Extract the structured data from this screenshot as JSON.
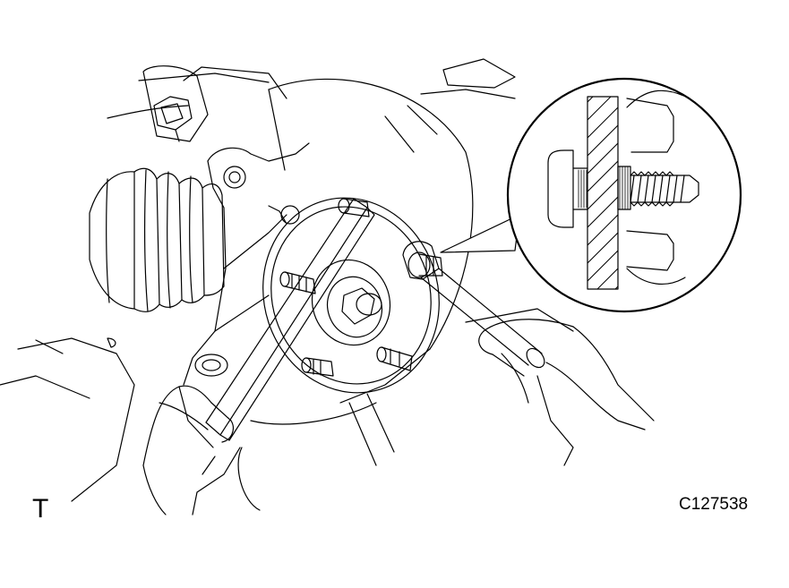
{
  "figure": {
    "view_letter": "T",
    "figure_code": "C127538"
  },
  "colors": {
    "line": "#000000",
    "background": "#ffffff"
  },
  "icons": [
    "hub-assembly-drawing",
    "bolt-detail-callout"
  ]
}
